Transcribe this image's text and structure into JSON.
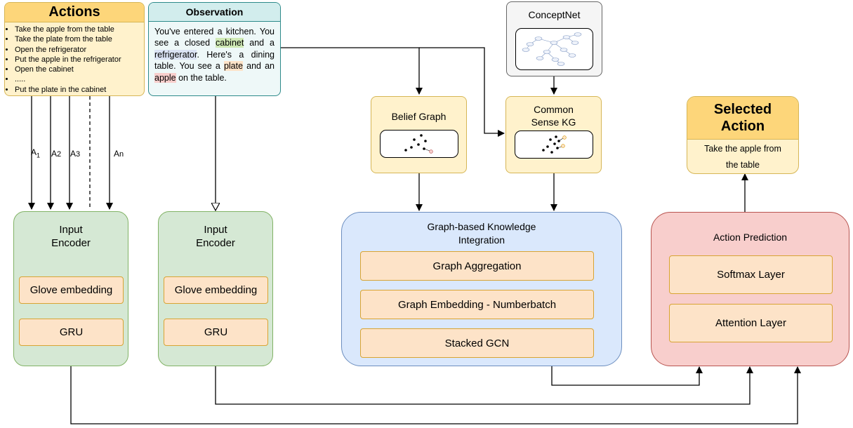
{
  "actions": {
    "title": "Actions",
    "items": [
      "Take the apple from the table",
      "Take the plate from the table",
      "Open the refrigerator",
      "Put the apple in the refrigerator",
      "Open the  cabinet",
      ".....",
      "Put the plate in the cabinet"
    ]
  },
  "observation": {
    "title": "Observation",
    "text": {
      "p1": "You've entered a kitchen. You see a closed ",
      "w_cabinet": "cabinet",
      "p2": " and a ",
      "w_refrigerator": "refrigerator",
      "p3": ". Here's a dining table. You see a ",
      "w_plate": "plate",
      "p4": " and an ",
      "w_apple": "apple",
      "p5": " on the table."
    }
  },
  "conceptnet": {
    "title": "ConceptNet"
  },
  "belief_graph": {
    "title": "Belief Graph"
  },
  "common_sense": {
    "title_l1": "Common",
    "title_l2": "Sense KG"
  },
  "selected_action": {
    "title_l1": "Selected",
    "title_l2": "Action",
    "text_l1": "Take the apple from",
    "text_l2": "the table"
  },
  "action_labels": {
    "a1": "A",
    "a1_sub": "1",
    "a2": "A",
    "a2_sub": "2",
    "a3": "A",
    "a3_sub": "3",
    "an": "A",
    "an_sub": "n"
  },
  "encoder1": {
    "title_l1": "Input",
    "title_l2": "Encoder",
    "layer1": "Glove embedding",
    "layer2": "GRU"
  },
  "encoder2": {
    "title_l1": "Input",
    "title_l2": "Encoder",
    "layer1": "Glove embedding",
    "layer2": "GRU"
  },
  "knowledge": {
    "title_l1": "Graph-based Knowledge",
    "title_l2": "Integration",
    "layer1": "Graph Aggregation",
    "layer2": "Graph Embedding - Numberbatch",
    "layer3": "Stacked GCN"
  },
  "prediction": {
    "title": "Action Prediction",
    "layer1": "Softmax  Layer",
    "layer2": "Attention Layer"
  },
  "colors": {
    "actions_fill": "#fff2cc",
    "actions_header": "#fdd67a",
    "actions_border": "#d6b656",
    "observation_fill": "#eef8f8",
    "observation_header": "#d2eded",
    "observation_border": "#2d8a8a",
    "encoder_fill": "#d5e8d4",
    "encoder_border": "#82b366",
    "knowledge_fill": "#dae8fc",
    "knowledge_border": "#6c8ebf",
    "prediction_fill": "#f8cecc",
    "prediction_border": "#b85450",
    "concept_fill": "#f5f5f5",
    "concept_border": "#666666"
  }
}
